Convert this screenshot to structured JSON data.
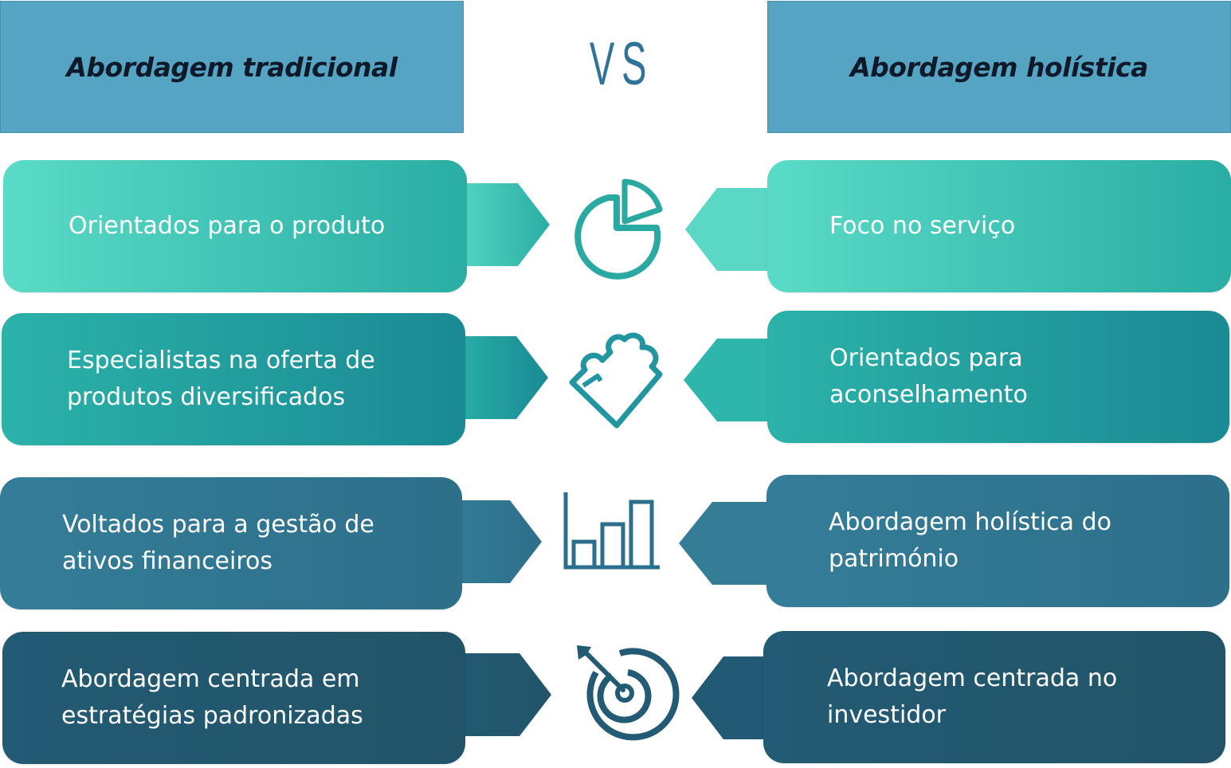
{
  "header": {
    "left_title": "Abordagem tradicional",
    "vs": "VS",
    "right_title": "Abordagem holística"
  },
  "rows": [
    {
      "left": "Orientados para o produto",
      "right": "Foco no serviço",
      "icon": "pie-chart-icon"
    },
    {
      "left": "Especialistas na oferta de\nprodutos diversificados",
      "right": "Orientados para\naconselhamento",
      "icon": "puzzle-piece-icon"
    },
    {
      "left": "Voltados para a gestão de\nativos financeiros",
      "right": "Abordagem holística do\npatrimónio",
      "icon": "bar-chart-icon"
    },
    {
      "left": "Abordagem centrada em\nestratégias padronizadas",
      "right": "Abordagem centrada no\ninvestidor",
      "icon": "target-icon"
    }
  ],
  "colors": {
    "header": "#55a4c3",
    "row1": [
      "#5adbc7",
      "#2aada4"
    ],
    "row2": [
      "#2bb2a9",
      "#1a8a94"
    ],
    "row3": [
      "#347d98",
      "#2e6f8a"
    ],
    "row4": [
      "#235b74",
      "#215468"
    ],
    "icon_teal": "#2aa8a2",
    "icon_blue": "#2b6f8e"
  }
}
